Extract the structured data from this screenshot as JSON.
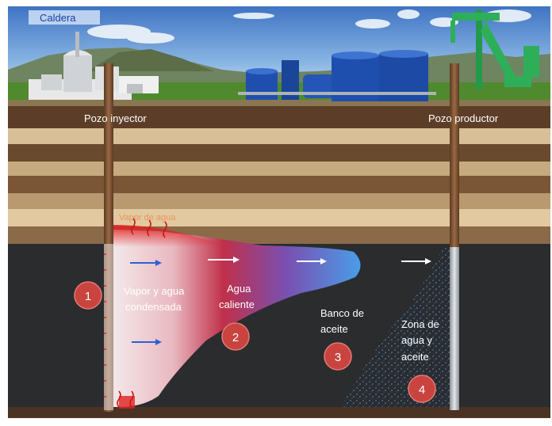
{
  "labels": {
    "boiler": "Caldera",
    "injector_well": "Pozo inyector",
    "producer_well": "Pozo productor",
    "faint_red_text": "Vapor de agua"
  },
  "zones": [
    {
      "number": "1",
      "lines": [
        "Vapor y agua",
        "condensada"
      ]
    },
    {
      "number": "2",
      "lines": [
        "Agua",
        "caliente"
      ]
    },
    {
      "number": "3",
      "lines": [
        "Banco de",
        "aceite"
      ]
    },
    {
      "number": "4",
      "lines": [
        "Zona de",
        "agua y",
        "aceite"
      ]
    }
  ],
  "colors": {
    "sky_top": "#3f74c4",
    "sky_bottom": "#cfe1f2",
    "grass": "#4f8a2e",
    "reservoir": "#2a2c2e",
    "steam_red": "#d62b2b",
    "hot_water_blue": "#5b9be6",
    "marker_fill": "#c9443f",
    "derrick_green": "#2fae5a",
    "tank_blue": "#1f4fae"
  }
}
